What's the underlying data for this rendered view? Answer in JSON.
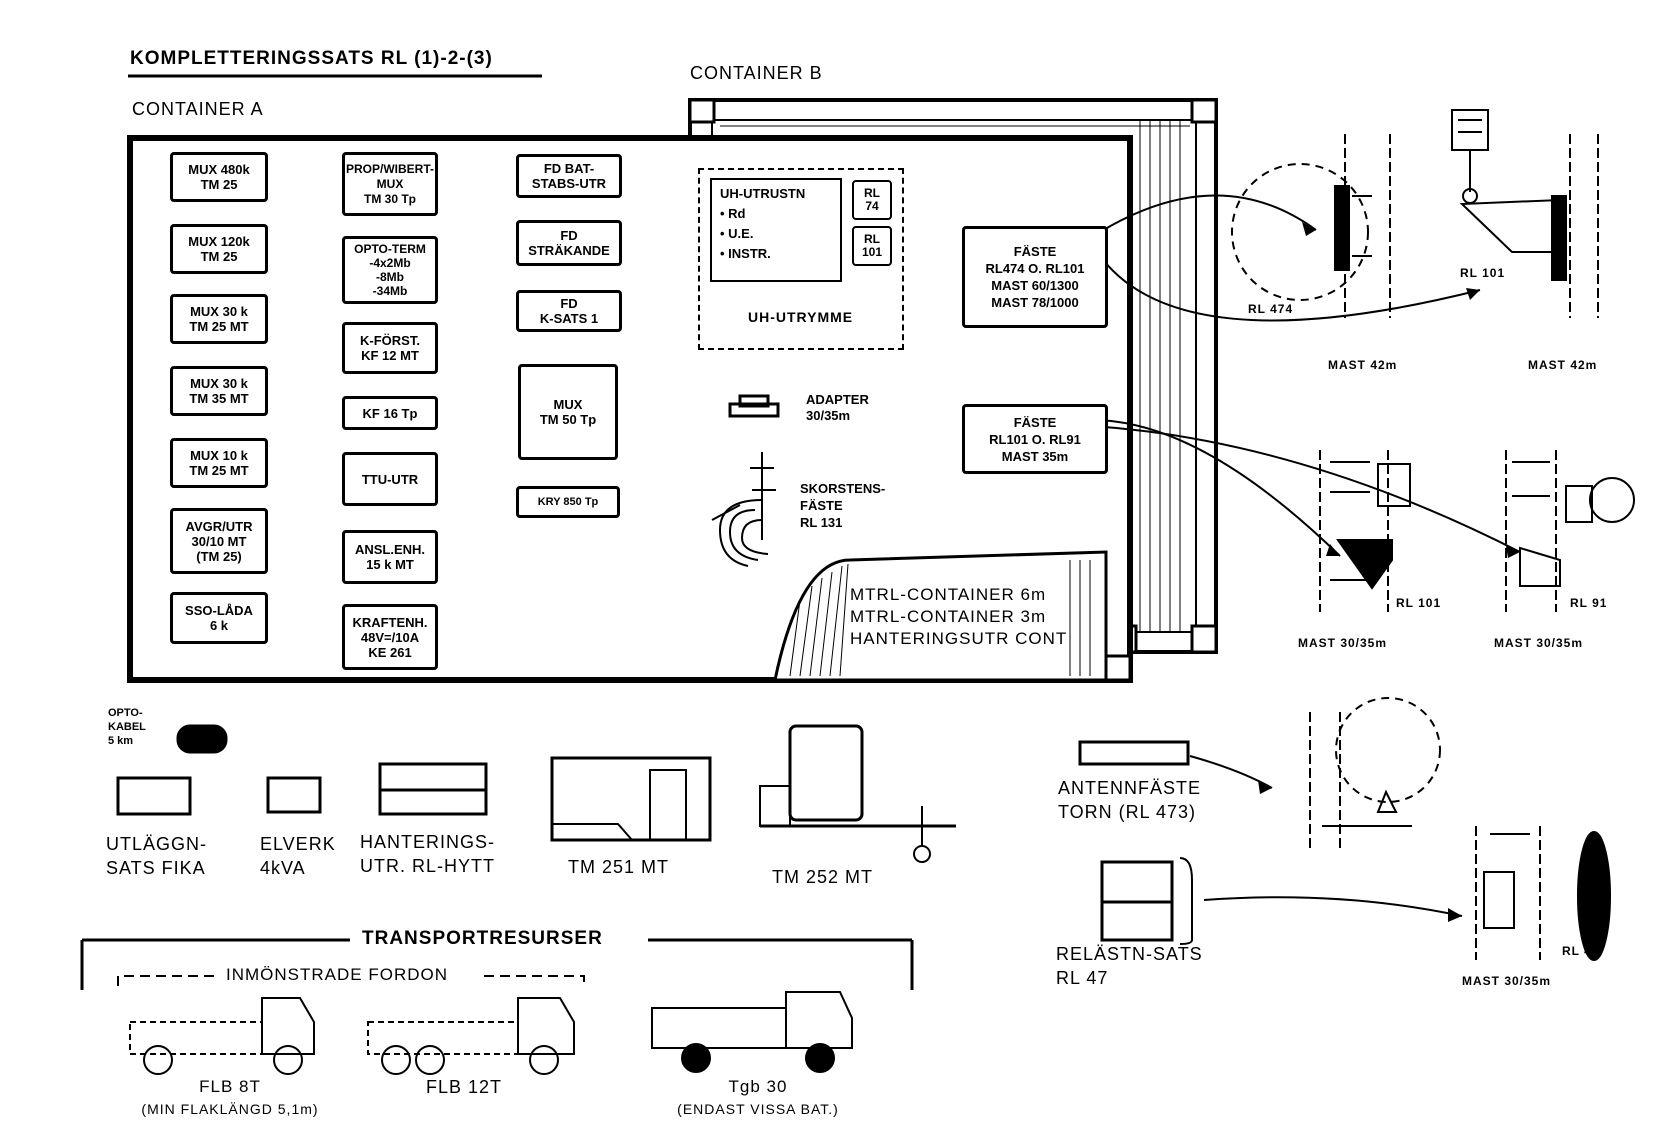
{
  "title": "KOMPLETTERINGSSATS RL (1)-2-(3)",
  "containers": {
    "a_label": "CONTAINER  A",
    "b_label": "CONTAINER  B"
  },
  "container_a_items": {
    "col1": [
      [
        "MUX 480k",
        "TM 25"
      ],
      [
        "MUX 120k",
        "TM 25"
      ],
      [
        "MUX 30 k",
        "TM 25 MT"
      ],
      [
        "MUX 30 k",
        "TM 35 MT"
      ],
      [
        "MUX 10 k",
        "TM 25 MT"
      ],
      [
        "AVGR/UTR",
        "30/10 MT",
        "(TM 25)"
      ],
      [
        "SSO-LÅDA",
        "6 k"
      ]
    ],
    "col2": [
      [
        "PROP/WIBERT-",
        "MUX",
        "TM 30 Tp"
      ],
      [
        "OPTO-TERM",
        "-4x2Mb",
        "-8Mb",
        "-34Mb"
      ],
      [
        "K-FÖRST.",
        "KF 12 MT"
      ],
      [
        "KF 16 Tp"
      ],
      [
        "TTU-UTR"
      ],
      [
        "ANSL.ENH.",
        "15 k MT"
      ],
      [
        "KRAFTENH.",
        "48V=/10A",
        "KE 261"
      ]
    ],
    "col3": [
      [
        "FD BAT-",
        "STABS-UTR"
      ],
      [
        "FD",
        "STRÄKANDE"
      ],
      [
        "FD",
        "K-SATS 1"
      ],
      [
        "MUX",
        "TM 50 Tp"
      ],
      [
        "KRY 850 Tp"
      ]
    ]
  },
  "uh": {
    "header": "UH-UTRUSTN",
    "items": [
      "Rd",
      "U.E.",
      "INSTR."
    ],
    "footer": "UH-UTRYMME",
    "rl74": [
      "RL",
      "74"
    ],
    "rl101": [
      "RL",
      "101"
    ]
  },
  "fastes": [
    [
      "FÄSTE",
      "RL474 O. RL101",
      "MAST 60/1300",
      "MAST 78/1000"
    ],
    [
      "FÄSTE",
      "RL101 O. RL91",
      "MAST 35m"
    ]
  ],
  "adapter": [
    "ADAPTER",
    "30/35m"
  ],
  "skorsten": [
    "SKORSTENS-",
    "FÄSTE",
    "RL 131"
  ],
  "mtrl": [
    "MTRL-CONTAINER 6m",
    "MTRL-CONTAINER 3m",
    "HANTERINGSUTR CONT"
  ],
  "masts": {
    "rl474": "RL 474",
    "rl101": "RL 101",
    "mast42a": "MAST 42m",
    "mast42b": "MAST 42m",
    "rl101b": "RL 101",
    "rl91": "RL 91",
    "mast3035a": "MAST 30/35m",
    "mast3035b": "MAST 30/35m",
    "rl47": "RL 47",
    "mast3035c": "MAST 30/35m"
  },
  "antenn": [
    "ANTENNFÄSTE",
    "TORN (RL 473)"
  ],
  "relastn": [
    "RELÄSTN-SATS",
    "RL 47"
  ],
  "equipment": {
    "optokabel": [
      "OPTO-",
      "KABEL",
      "5 km"
    ],
    "utlaggn": [
      "UTLÄGGN-",
      "SATS FIKA"
    ],
    "elverk": [
      "ELVERK",
      "4kVA"
    ],
    "hanterings": [
      "HANTERINGS-",
      "UTR. RL-HYTT"
    ],
    "tm251": "TM 251 MT",
    "tm252": "TM 252 MT"
  },
  "transport": {
    "title": "TRANSPORTRESURSER",
    "subtitle": "INMÖNSTRADE FORDON",
    "flb8": [
      "FLB 8T",
      "(MIN FLAKLÄNGD 5,1m)"
    ],
    "flb12": "FLB 12T",
    "tgb30": [
      "Tgb 30",
      "(ENDAST VISSA BAT.)"
    ]
  }
}
